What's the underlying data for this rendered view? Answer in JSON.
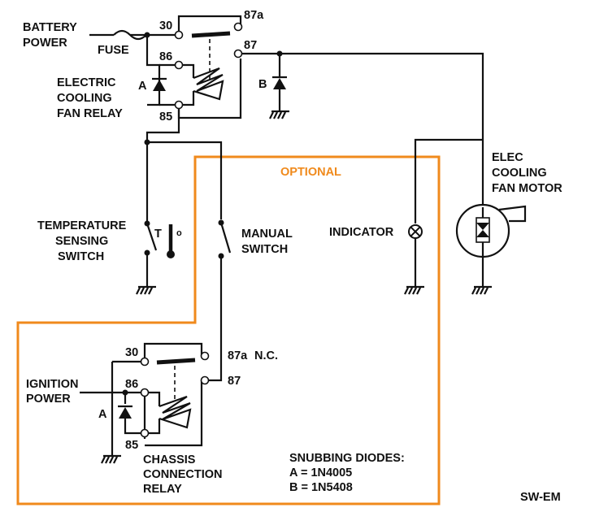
{
  "colors": {
    "wire": "#111111",
    "optional_box": "#f08a1c",
    "background": "#ffffff"
  },
  "top": {
    "battery_power": [
      "BATTERY",
      "POWER"
    ],
    "fuse": "FUSE",
    "relay_name": [
      "ELECTRIC",
      "COOLING",
      "FAN RELAY"
    ],
    "pin_30": "30",
    "pin_87a": "87a",
    "pin_87": "87",
    "pin_86": "86",
    "pin_85": "85",
    "diode_a": "A",
    "diode_b": "B"
  },
  "motor": {
    "name": [
      "ELEC",
      "COOLING",
      "FAN MOTOR"
    ]
  },
  "temp_switch": {
    "name": [
      "TEMPERATURE",
      "SENSING",
      "SWITCH"
    ],
    "t_mark": "T",
    "deg_mark": "o"
  },
  "manual_switch": {
    "name": [
      "MANUAL",
      "SWITCH"
    ]
  },
  "indicator": {
    "label": "INDICATOR"
  },
  "optional": {
    "label": "OPTIONAL"
  },
  "bottom": {
    "ignition_power": [
      "IGNITION",
      "POWER"
    ],
    "pin_30": "30",
    "pin_87a": "87a",
    "nc": "N.C.",
    "pin_87": "87",
    "pin_86": "86",
    "pin_85": "85",
    "diode_a": "A",
    "relay_name": [
      "CHASSIS",
      "CONNECTION",
      "RELAY"
    ]
  },
  "notes": {
    "title": "SNUBBING DIODES:",
    "a": "A = 1N4005",
    "b": "B = 1N5408"
  },
  "code": "SW-EM"
}
